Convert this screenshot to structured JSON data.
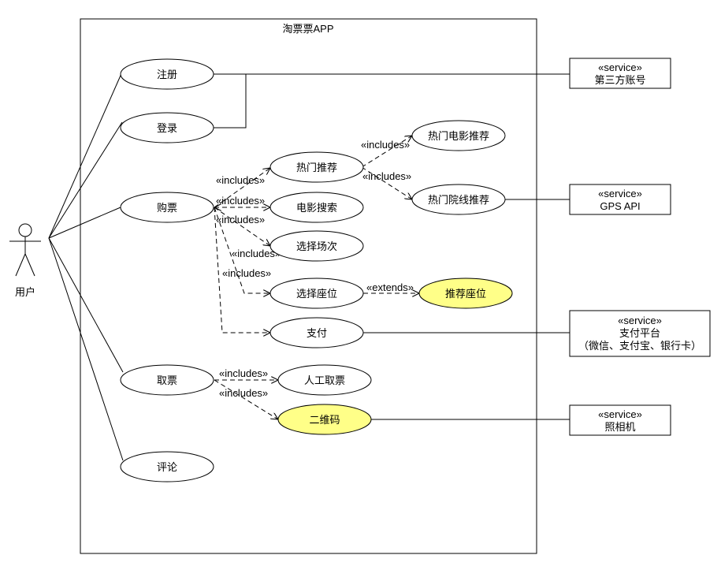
{
  "system": {
    "title": "淘票票APP"
  },
  "actor": {
    "label": "用户"
  },
  "use_cases": {
    "register": "注册",
    "login": "登录",
    "buy": "购票",
    "hot_recommend": "热门推荐",
    "hot_movie": "热门电影推荐",
    "hot_cinema": "热门院线推荐",
    "movie_search": "电影搜索",
    "choose_session": "选择场次",
    "choose_seat": "选择座位",
    "recommend_seat": "推荐座位",
    "pay": "支付",
    "pickup": "取票",
    "manual_pickup": "人工取票",
    "qrcode": "二维码",
    "comment": "评论"
  },
  "relations": {
    "includes": "«includes»",
    "extends": "«extends»"
  },
  "services": {
    "stereotype": "«service»",
    "third_party": "第三方账号",
    "gps": "GPS API",
    "payment_line1": "支付平台",
    "payment_line2": "（微信、支付宝、银行卡）",
    "camera": "照相机"
  },
  "colors": {
    "highlight_fill": "#ffff88",
    "line": "#000000"
  }
}
